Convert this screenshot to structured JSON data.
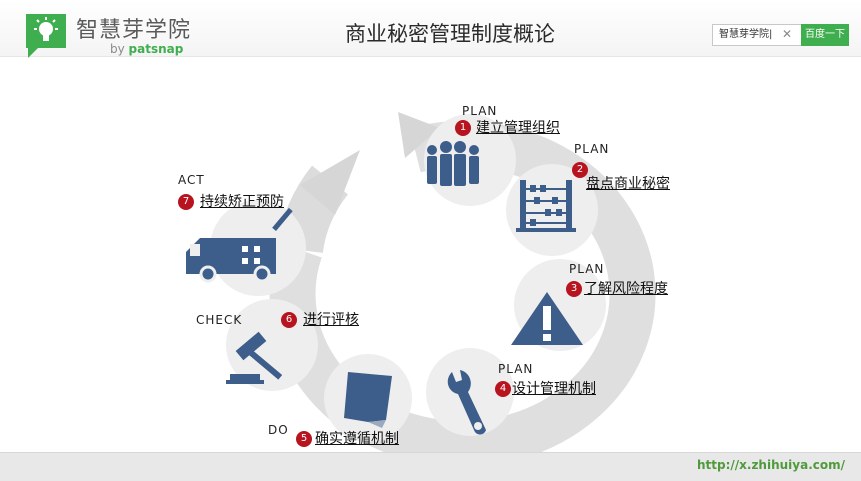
{
  "header": {
    "brand": "智慧芽学院",
    "brand_by_prefix": "by",
    "brand_by_name": "patsnap",
    "title": "商业秘密管理制度概论"
  },
  "search": {
    "value": "智慧芽学院|",
    "clear_icon": "close-icon",
    "button_label": "百度一下"
  },
  "steps": [
    {
      "num": "1",
      "phase": "PLAN",
      "label": "建立管理组织",
      "icon": "people-icon"
    },
    {
      "num": "2",
      "phase": "PLAN",
      "label": "盘点商业秘密",
      "icon": "abacus-icon"
    },
    {
      "num": "3",
      "phase": "PLAN",
      "label": "了解风险程度",
      "icon": "warning-icon"
    },
    {
      "num": "4",
      "phase": "PLAN",
      "label": "设计管理机制",
      "icon": "wrench-icon"
    },
    {
      "num": "5",
      "phase": "DO",
      "label": "确实遵循机制",
      "icon": "document-icon"
    },
    {
      "num": "6",
      "phase": "CHECK",
      "label": "进行评核",
      "icon": "gavel-icon"
    },
    {
      "num": "7",
      "phase": "ACT",
      "label": "持续矫正预防",
      "icon": "ambulance-icon"
    }
  ],
  "colors": {
    "accent_green": "#3fae4e",
    "icon_blue": "#3d5d8a",
    "badge_red": "#b8141f",
    "arrow_gray": "#d9d9d9"
  },
  "footer": {
    "url": "http://x.zhihuiya.com/"
  }
}
